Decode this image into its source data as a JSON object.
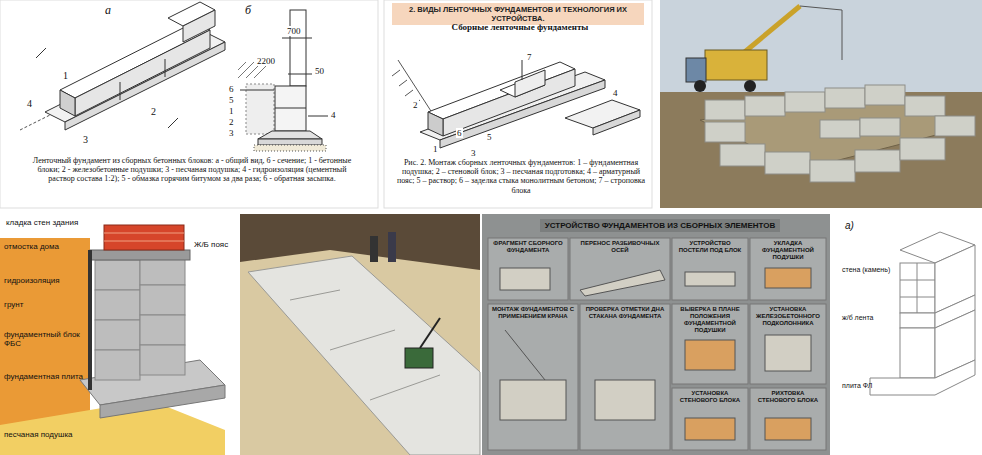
{
  "diagram": {
    "nodes": [
      {
        "text": [
          "2. ВИДЫ ЛЕНТОЧНЫХ ФУНДАМЕНТОВ И ТЕХНОЛОГИЯ ИХ УСТРОЙСТВА."
        ]
      },
      {
        "text": [
          "УСТРОЙСТВО ФУНДАМЕНТОВ ИЗ СБОРНЫХ ЭЛЕМЕНТОВ"
        ]
      }
    ],
    "labels": [
      "а",
      "б",
      "1",
      "4",
      "3",
      "2",
      "700",
      "2200",
      "50",
      "6",
      "5",
      "1",
      "2",
      "3",
      "4",
      "Ленточный фундамент из сборных бетонных блоков: а - общий вид, б - сечение; 1 - бетонные блоки; 2 - железобетонные подушки; 3 - песчаная подушка; 4 - гидроизоляция (цементный раствор состава 1:2); 5 - обмазка горячим битумом за два раза; 6 - обратная засыпка.",
      "Сборные ленточные фундаменты",
      "1",
      "2",
      "3",
      "4",
      "5",
      "6",
      "7",
      "Рис. 2. Монтаж сборных ленточных фундаментов: 1 – фундаментная подушка; 2 – стеновой блок; 3 – песчаная подготовка; 4 – арматурный пояс; 5 – раствор; 6 – заделка стыка монолитным бетоном; 7 – строповка блока",
      "кладка стен здания",
      "отмостка дома",
      "Ж/Б пояс",
      "гидроизоляция",
      "грунт",
      "фундаментный блок ФБС",
      "фундаментная плита",
      "песчаная подушка",
      "ФРАГМЕНТ СБОРНОГО ФУНДАМЕНТА",
      "ПЕРЕНОС РАЗБИВОЧНЫХ ОСЕЙ",
      "УСТРОЙСТВО ПОСТЕЛИ ПОД БЛОК",
      "УКЛАДКА ФУНДАМЕНТНОЙ ПОДУШКИ",
      "МОНТАЖ ФУНДАМЕНТОВ С ПРИМЕНЕНИЕМ КРАНА",
      "ПРОВЕРКА ОТМЕТКИ ДНА СТАКАНА ФУНДАМЕНТА",
      "ВЫВЕРКА В ПЛАНЕ ПОЛОЖЕНИЯ ФУНДАМЕНТНОЙ ПОДУШКИ",
      "УСТАНОВКА ЖЕЛЕЗОБЕТОННОГО ПОДКОЛОННИКА",
      "УСТАНОВКА СТЕНОВОГО БЛОКА",
      "РИХТОВКА СТЕНОВОГО БЛОКА",
      "а)",
      "стена (камень)",
      "ж/б лента",
      "плита ФЛ"
    ]
  }
}
